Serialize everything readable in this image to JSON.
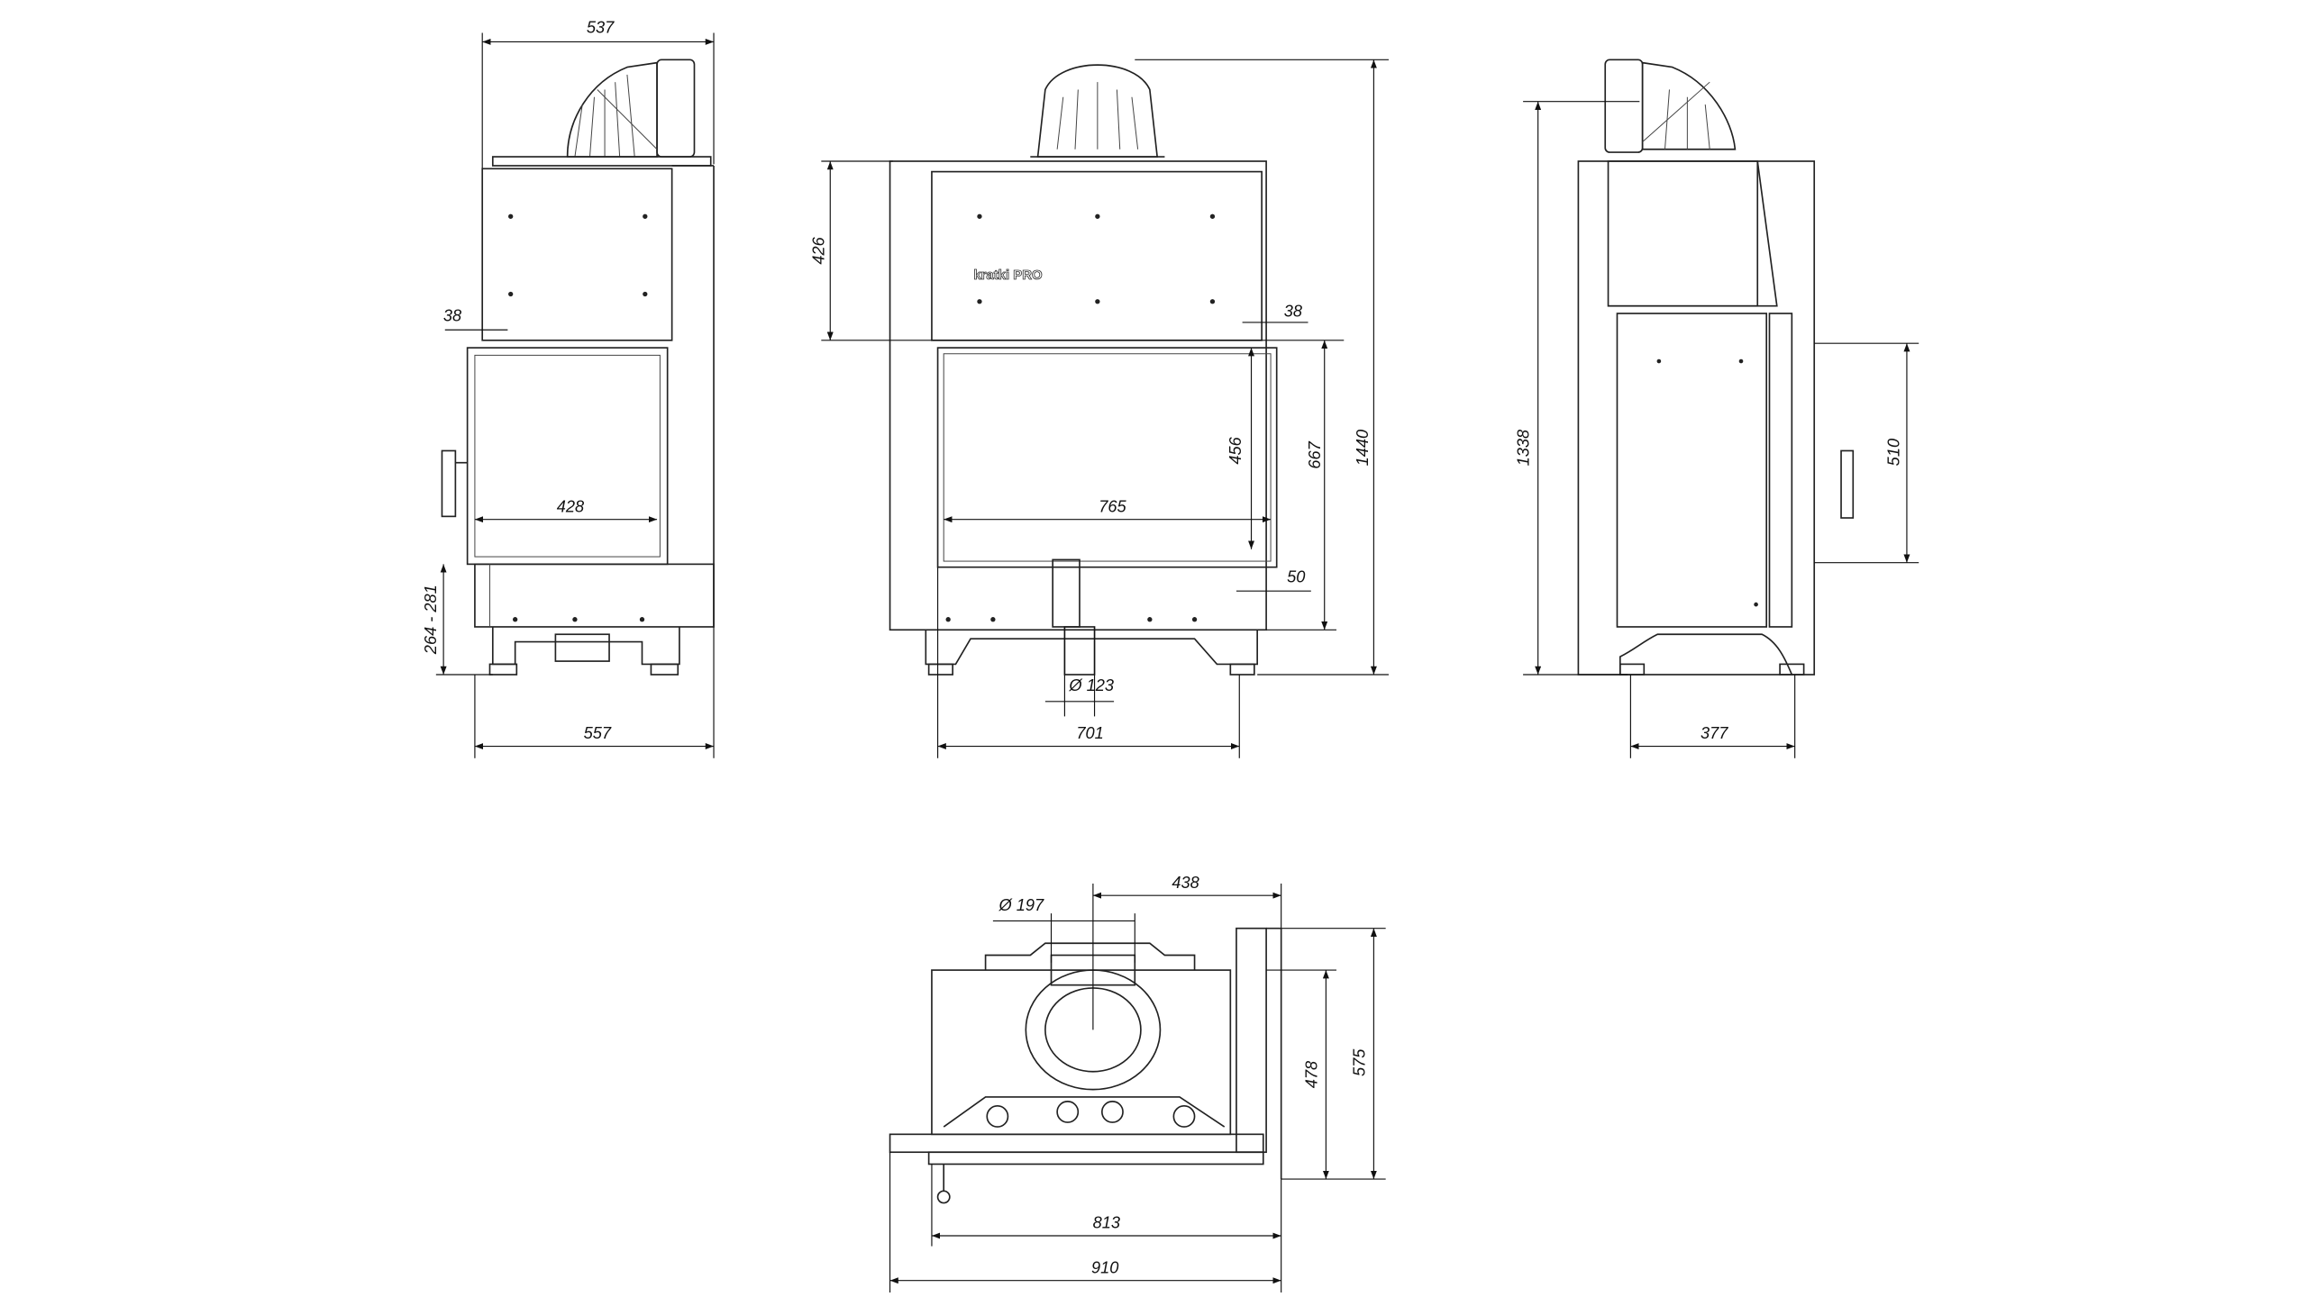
{
  "logo_text": "kratki PRO",
  "side_view_left": {
    "top_width": "537",
    "frame_offset": "38",
    "door_width": "428",
    "leg_height": "264 - 281",
    "base_width": "557"
  },
  "front_view": {
    "upper_height": "426",
    "frame_offset": "38",
    "glass_height": "456",
    "door_height": "667",
    "total_height": "1440",
    "bottom_offset": "50",
    "air_inlet_diameter": "Ø 123",
    "base_width": "701",
    "glass_width": "765"
  },
  "side_view_right": {
    "total_height": "1338",
    "flue_to_handle": "510",
    "base_depth": "377"
  },
  "top_view": {
    "flue_offset": "438",
    "flue_diameter": "Ø 197",
    "inner_depth": "478",
    "total_depth": "575",
    "inner_width": "813",
    "total_width": "910"
  }
}
